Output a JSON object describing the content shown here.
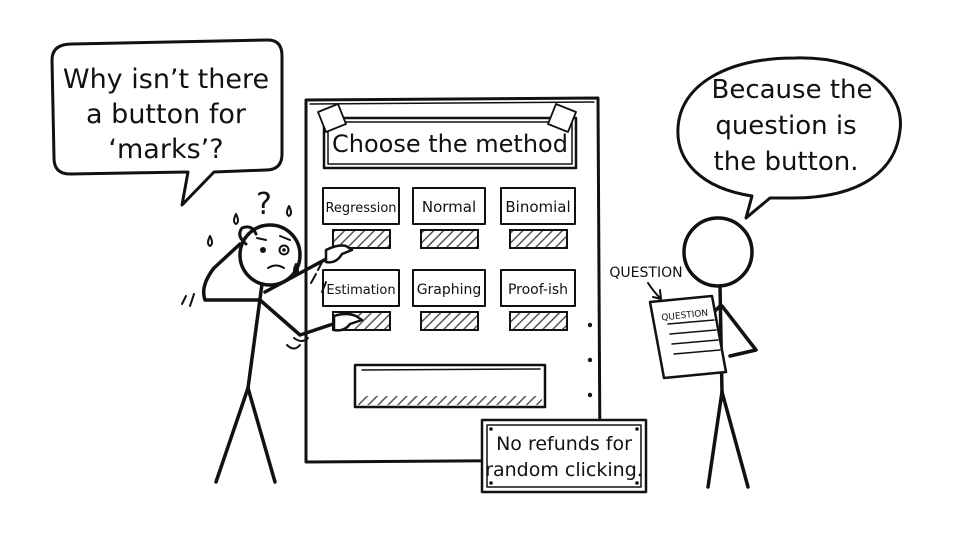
{
  "speech_left": {
    "lines": [
      "Why isn’t there",
      "a button for",
      "‘marks’?"
    ]
  },
  "speech_right": {
    "lines": [
      "Because the",
      "question is",
      "the button."
    ]
  },
  "machine": {
    "title": "Choose the method",
    "buttons": [
      {
        "label": "Regression"
      },
      {
        "label": "Normal"
      },
      {
        "label": "Binomial"
      },
      {
        "label": "Estimation"
      },
      {
        "label": "Graphing"
      },
      {
        "label": "Proof-ish"
      }
    ]
  },
  "sign": {
    "lines": [
      "No refunds for",
      "random clicking."
    ]
  },
  "question_label": "QUESTION",
  "paper_label": "QUESTION",
  "confusion_mark": "?",
  "colors": {
    "ink": "#111111",
    "paper": "#ffffff",
    "hatch": "#555555"
  }
}
